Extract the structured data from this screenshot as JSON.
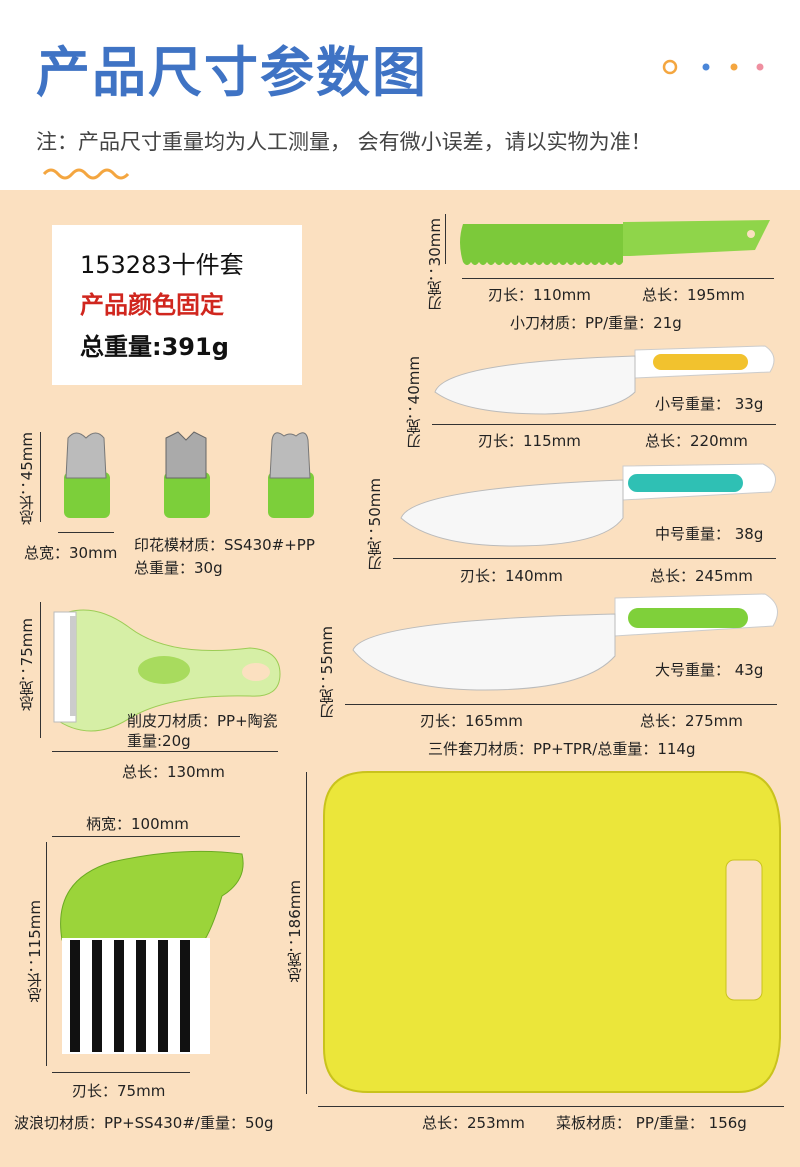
{
  "header": {
    "title": "产品尺寸参数图",
    "note": "注：产品尺寸重量均为人工测量， 会有微小误差，请以实物为准！"
  },
  "colors": {
    "title_blue": "#3f73c4",
    "panel_bg": "#fbe0c0",
    "knife_green": "#8cd23a",
    "yellow_board": "#ebe63a",
    "red_text": "#d0261e",
    "dot_orange": "#f4a640",
    "dot_blue": "#4a86d8",
    "dot_pink": "#ef8fa0"
  },
  "info_box": {
    "set_name": "153283十件套",
    "color_note": "产品颜色固定",
    "total_weight": "总重量:391g"
  },
  "small_serrated_knife": {
    "blade_width": "刃宽：30mm",
    "blade_length": "刃长：110mm",
    "total_length": "总长：195mm",
    "material": "小刀材质：PP/重量：21g"
  },
  "knife_small": {
    "blade_width": "刃宽：40mm",
    "weight": "小号重量： 33g",
    "blade_length": "刃长：115mm",
    "total_length": "总长：220mm"
  },
  "knife_medium": {
    "blade_width": "刃宽：50mm",
    "weight": "中号重量： 38g",
    "blade_length": "刃长：140mm",
    "total_length": "总长：245mm"
  },
  "knife_large": {
    "blade_width": "刃宽：55mm",
    "weight": "大号重量： 43g",
    "blade_length": "刃长：165mm",
    "total_length": "总长：275mm",
    "set_material": "三件套刀材质：PP+TPR/总重量：114g"
  },
  "cutters": {
    "height": "总长：45mm",
    "width": "总宽：30mm",
    "material": "印花模材质：SS430#+PP",
    "weight": "总重量：30g"
  },
  "peeler": {
    "width": "总宽：75mm",
    "material": "削皮刀材质：PP+陶瓷",
    "weight": "重量:20g",
    "total_length": "总长：130mm"
  },
  "crinkle_cutter": {
    "handle_width": "柄宽：100mm",
    "total_length": "总长：115mm",
    "blade_length": "刃长：75mm",
    "material": "波浪切材质：PP+SS430#/重量：50g"
  },
  "cutting_board": {
    "width": "总宽：186mm",
    "total_length": "总长：253mm",
    "material": "菜板材质： PP/重量： 156g"
  }
}
